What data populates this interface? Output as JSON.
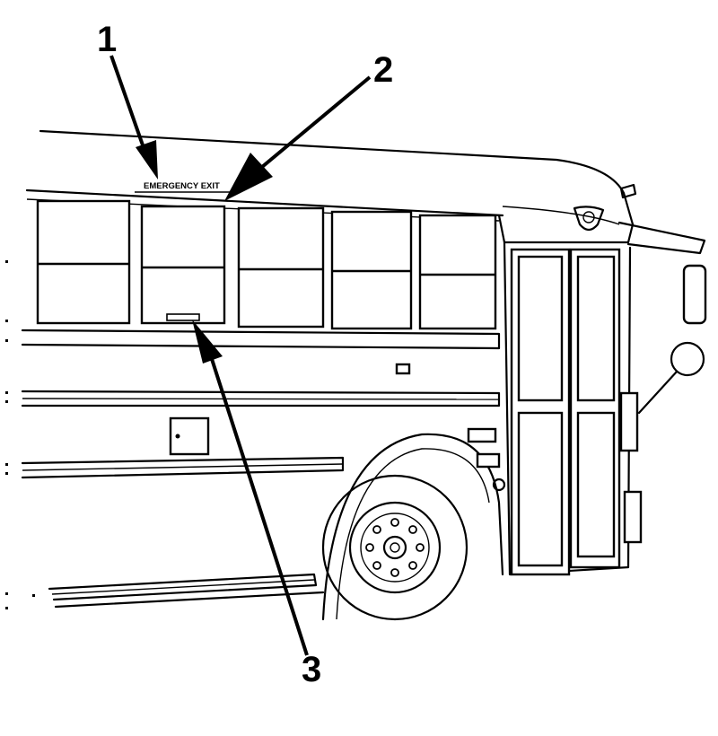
{
  "callouts": [
    {
      "id": "1",
      "label": "1"
    },
    {
      "id": "2",
      "label": "2"
    },
    {
      "id": "3",
      "label": "3"
    }
  ],
  "sign": {
    "text": "EMERGENCY EXIT"
  }
}
